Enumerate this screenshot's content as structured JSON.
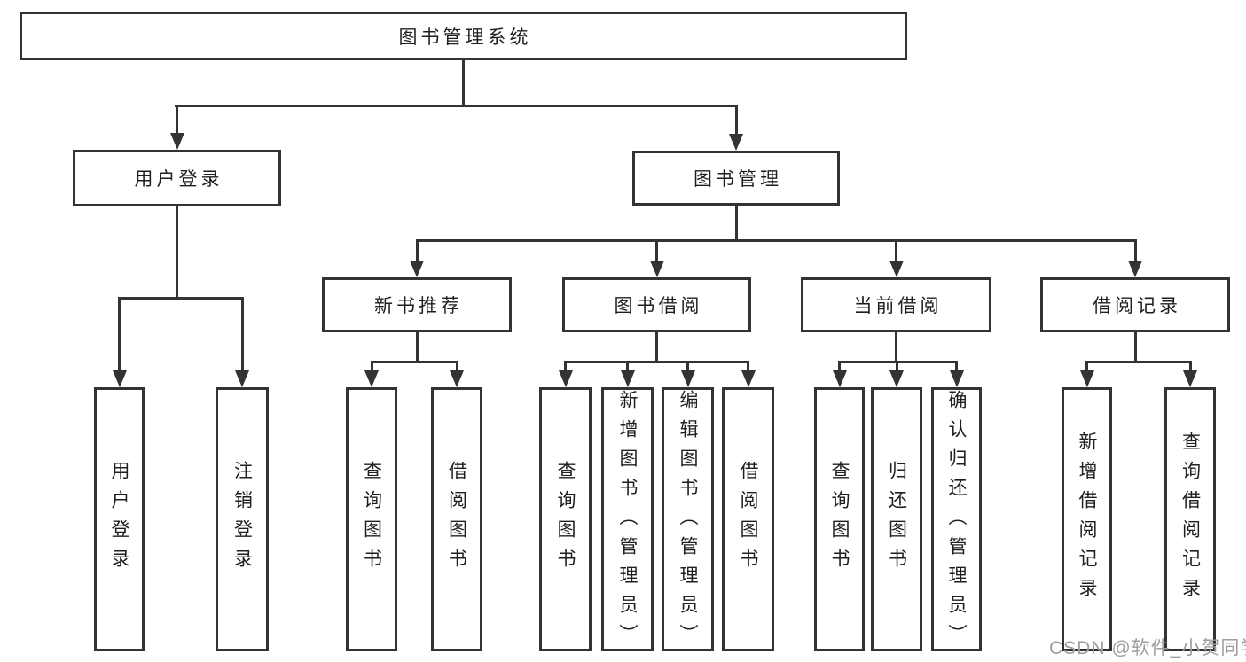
{
  "colors": {
    "line": "#333333",
    "text": "#1f1f1f",
    "background": "#ffffff",
    "watermark": "#9e9e9e"
  },
  "watermark": {
    "text": "CSDN @软件_小贺同学"
  },
  "diagram": {
    "root": {
      "label": "图书管理系统"
    },
    "login": {
      "label": "用户登录",
      "children": [
        {
          "label": "用户登录"
        },
        {
          "label": "注销登录"
        }
      ]
    },
    "management": {
      "label": "图书管理",
      "sections": [
        {
          "label": "新书推荐",
          "children": [
            {
              "label": "查询图书"
            },
            {
              "label": "借阅图书"
            }
          ]
        },
        {
          "label": "图书借阅",
          "children": [
            {
              "label": "查询图书"
            },
            {
              "label": "新增图书（管理员）"
            },
            {
              "label": "编辑图书（管理员）"
            },
            {
              "label": "借阅图书"
            }
          ]
        },
        {
          "label": "当前借阅",
          "children": [
            {
              "label": "查询图书"
            },
            {
              "label": "归还图书"
            },
            {
              "label": "确认归还（管理员）"
            }
          ]
        },
        {
          "label": "借阅记录",
          "children": [
            {
              "label": "新增借阅记录"
            },
            {
              "label": "查询借阅记录"
            }
          ]
        }
      ]
    }
  }
}
